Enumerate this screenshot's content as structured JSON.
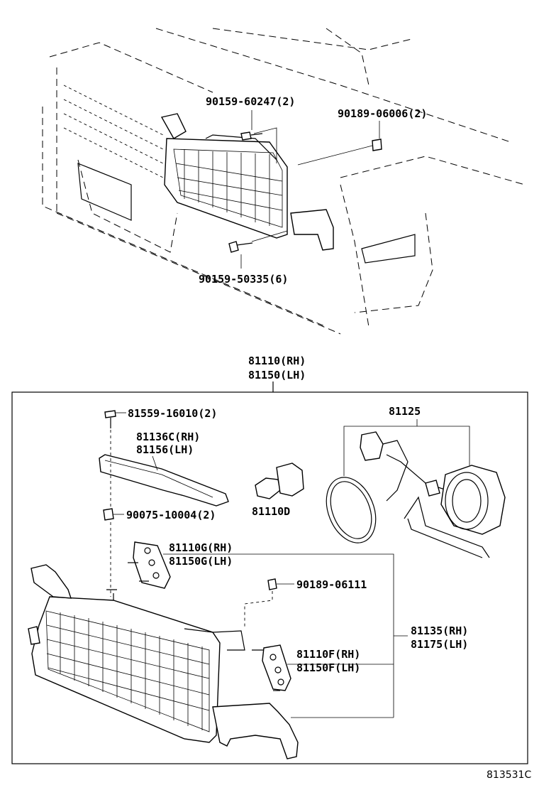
{
  "diagram": {
    "upper_labels": {
      "bolt_upper": "90159-60247(2)",
      "nut_upper": "90189-06006(2)",
      "bolt_lower": "90159-50335(6)"
    },
    "assembly_label": {
      "line1": "81110(RH)",
      "line2": "81150(LH)"
    },
    "box_labels": {
      "screw": "81559-16010(2)",
      "bracket_line1": "81136C(RH)",
      "bracket_line2": "81156(LH)",
      "clip": "90075-10004(2)",
      "bulb": "81110D",
      "socket": "81125",
      "adjuster_g_line1": "81110G(RH)",
      "adjuster_g_line2": "81150G(LH)",
      "nut_small": "90189-06111",
      "housing_line1": "81135(RH)",
      "housing_line2": "81175(LH)",
      "adjuster_f_line1": "81110F(RH)",
      "adjuster_f_line2": "81150F(LH)"
    },
    "catalog_id": "813531C"
  }
}
